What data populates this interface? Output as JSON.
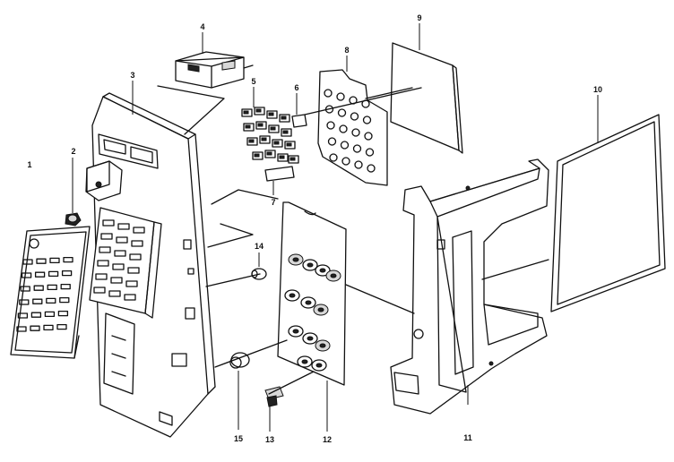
{
  "diagram": {
    "parts": [
      {
        "id": "part-1",
        "label": "1"
      },
      {
        "id": "part-2",
        "label": "2"
      },
      {
        "id": "part-3",
        "label": "3"
      },
      {
        "id": "part-4",
        "label": "4"
      },
      {
        "id": "part-5",
        "label": "5"
      },
      {
        "id": "part-6",
        "label": "6"
      },
      {
        "id": "part-7",
        "label": "7"
      },
      {
        "id": "part-8",
        "label": "8"
      },
      {
        "id": "part-9",
        "label": "9"
      },
      {
        "id": "part-10",
        "label": "10"
      },
      {
        "id": "part-11",
        "label": "11"
      },
      {
        "id": "part-12",
        "label": "12"
      },
      {
        "id": "part-13",
        "label": "13"
      },
      {
        "id": "part-14",
        "label": "14"
      },
      {
        "id": "part-15",
        "label": "15"
      }
    ]
  },
  "colors": {
    "ink": "#111111",
    "paper": "#ffffff"
  }
}
